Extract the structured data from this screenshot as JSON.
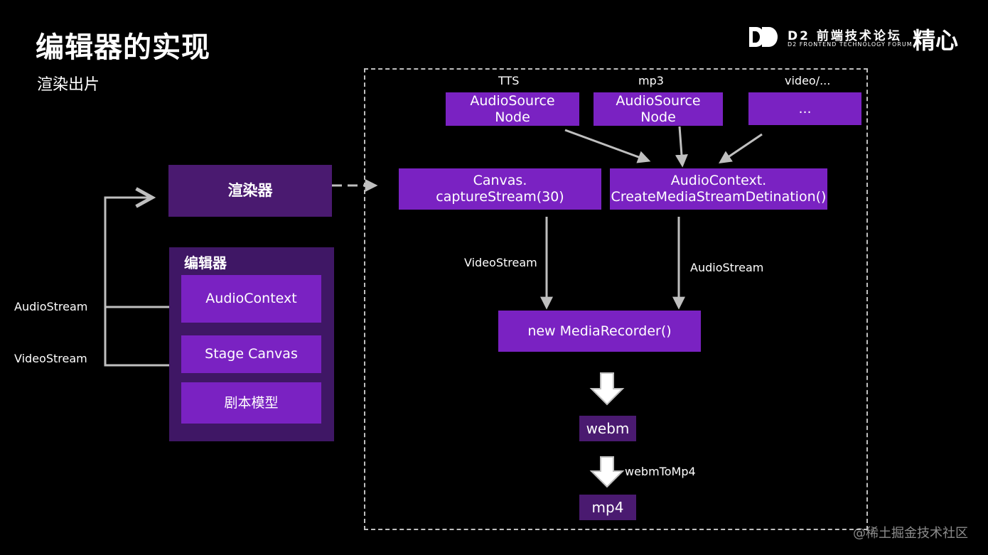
{
  "title": "编辑器的实现",
  "subtitle": "渲染出片",
  "logo": {
    "name_cn": "D2 前端技术论坛",
    "name_en": "D2 FRONTEND TECHNOLOGY FORUM",
    "tagline": "精心"
  },
  "watermark": "@稀土掘金技术社区",
  "left": {
    "renderer": "渲染器",
    "editor_title": "编辑器",
    "editor_items": [
      "AudioContext",
      "Stage Canvas",
      "剧本模型"
    ],
    "audio_stream_label": "AudioStream",
    "video_stream_label": "VideoStream"
  },
  "sources": {
    "tts_label": "TTS",
    "mp3_label": "mp3",
    "video_label": "video/...",
    "tts_node": "AudioSource\nNode",
    "mp3_node": "AudioSource\nNode",
    "other_node": "..."
  },
  "canvas_node": "Canvas.\ncaptureStream(30)",
  "audio_ctx_node": "AudioContext.\nCreateMediaStreamDetination()",
  "video_stream": "VideoStream",
  "audio_stream": "AudioStream",
  "recorder": "new MediaRecorder()",
  "webm": "webm",
  "convert_label": "webmToMp4",
  "mp4": "mp4"
}
